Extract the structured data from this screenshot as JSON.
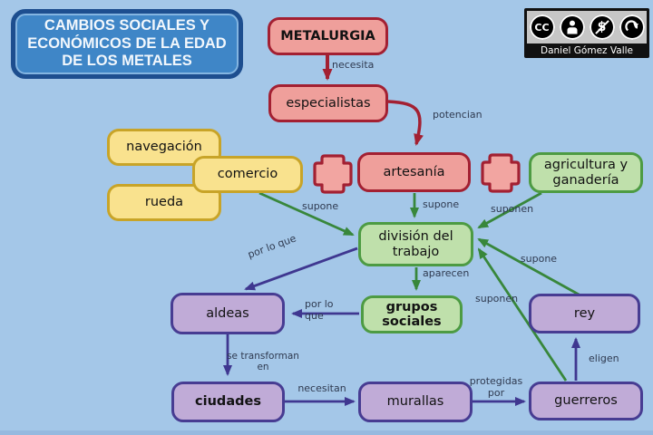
{
  "title": "CAMBIOS SOCIALES Y ECONÓMICOS DE LA EDAD DE LOS METALES",
  "credit": {
    "author": "Daniel Gómez Valle",
    "cc_label": "CC",
    "nc_label": "$",
    "icons": [
      "cc-icon",
      "by-icon",
      "nc-icon",
      "sa-icon"
    ]
  },
  "nodes": {
    "metalurgia": "METALURGIA",
    "especialistas": "especialistas",
    "artesania": "artesanía",
    "navegacion": "navegación",
    "comercio": "comercio",
    "rueda": "rueda",
    "agricultura": "agricultura y ganadería",
    "division": "división del trabajo",
    "grupos": "grupos sociales",
    "aldeas": "aldeas",
    "rey": "rey",
    "ciudades": "ciudades",
    "murallas": "murallas",
    "guerreros": "guerreros"
  },
  "edges": {
    "necesita": "necesita",
    "potencian": "potencian",
    "supone_comercio": "supone",
    "supone_artesania": "supone",
    "suponen_agricultura": "suponen",
    "supone_rey": "supone",
    "suponen_guerreros": "suponen",
    "aparecen": "aparecen",
    "por_lo_que_division": "por lo que",
    "por_lo_que_grupos": "por lo que",
    "se_transforman_en": "se transforman en",
    "necesitan": "necesitan",
    "protegidas_por": "protegidas por",
    "eligen": "eligen"
  },
  "colors": {
    "background": "#A4C7E8",
    "title_fill": "#3F86C7",
    "title_border": "#1D4E8F",
    "red_fill": "#EF9F9B",
    "red_border": "#A32032",
    "yellow_fill": "#F9E28E",
    "yellow_border": "#C8A428",
    "green_fill": "#BFE0AB",
    "green_border": "#4D9B43",
    "purple_fill": "#C0ABD7",
    "purple_border": "#473C92",
    "green_line": "#38873B",
    "purple_line": "#3F3790",
    "red_line": "#A32032",
    "label_text": "#2F3A50"
  }
}
